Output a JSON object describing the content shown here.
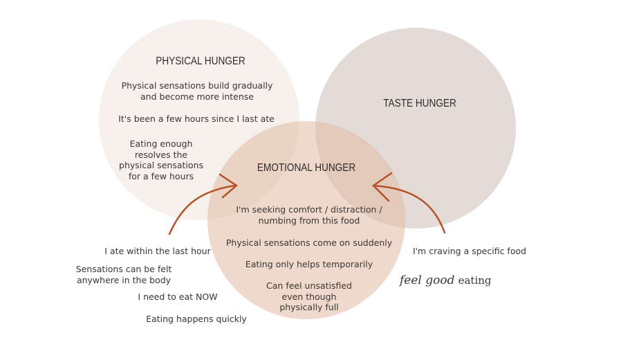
{
  "physical": {
    "title": "PHYSICAL HUNGER",
    "items": [
      "Physical sensations build gradually\nand become more intense",
      "It's been a few hours since I last ate",
      "Eating enough\nresolves the\nphysical sensations\nfor a few hours"
    ]
  },
  "taste": {
    "title": "TASTE HUNGER"
  },
  "emotional": {
    "title": "EMOTIONAL HUNGER",
    "items": [
      "I'm seeking comfort / distraction /\nnumbing from this food",
      "Physical sensations come on suddenly",
      "Eating only helps temporarily",
      "Can feel unsatisfied\neven though\nphysically full"
    ]
  },
  "outside_left": [
    "I ate within the last hour",
    "Sensations can be felt\nanywhere in the body",
    "I need to eat NOW",
    "Eating happens quickly"
  ],
  "outside_right": "I'm craving a specific food",
  "logo": {
    "script": "feel good",
    "text": "eating"
  },
  "colors": {
    "physical": "#f5efea",
    "taste": "#e3dad5",
    "emotional": "#e9cbb9",
    "arrow": "#b5522a"
  }
}
